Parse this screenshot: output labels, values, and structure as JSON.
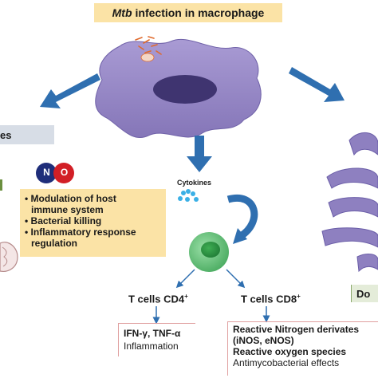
{
  "title": {
    "italic": "Mtb",
    "rest": "infection in macrophage"
  },
  "left_label": "es",
  "no_molecule": {
    "n": "N",
    "o": "O"
  },
  "effects": [
    "• Modulation of host",
    "  immune system",
    "• Bacterial killing",
    "• Inflammatory response",
    "  regulation"
  ],
  "cytokines_label": "Cytokines",
  "cd4": {
    "label": "T cells CD4",
    "sup": "+",
    "line1": "IFN-γ, TNF-α",
    "line2": "Inflammation"
  },
  "cd8": {
    "label": "T cells CD8",
    "sup": "+",
    "line1": "Reactive Nitrogen derivates",
    "line2": "(iNOS, eNOS)",
    "line3": "Reactive oxygen species",
    "line4": "Antimycobacterial effects"
  },
  "right_label": "Do",
  "colors": {
    "arrow": "#2f6fb0",
    "macrophage": "#9b8dc6",
    "nucleus": "#3f3470",
    "cell": "#62c27a"
  }
}
